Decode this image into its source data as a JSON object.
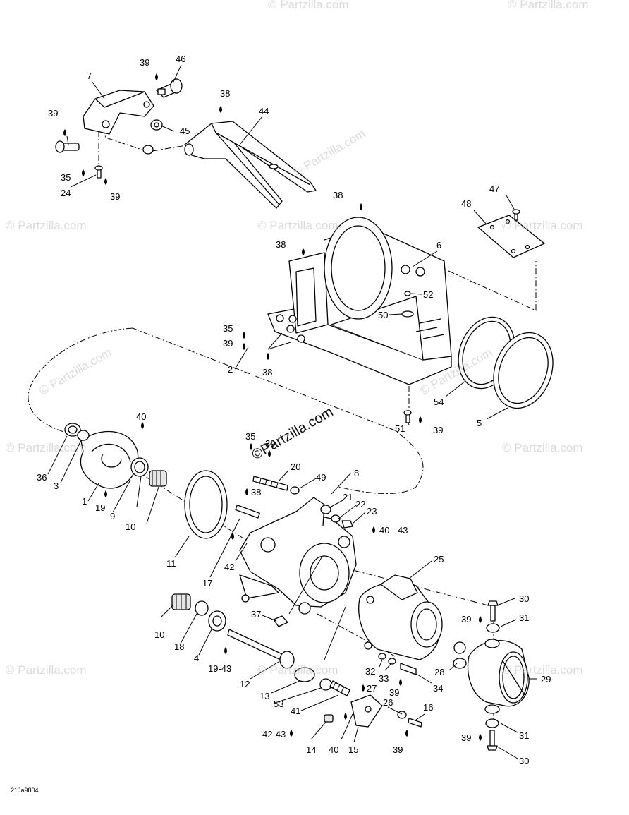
{
  "drawing_code": "21Ja9804",
  "watermark_text": "© Partzilla.com",
  "watermark_center": "©Partzilla.com",
  "callouts": [
    "39",
    "46",
    "7",
    "38",
    "44",
    "39",
    "45",
    "35",
    "24",
    "39",
    "38",
    "47",
    "48",
    "38",
    "6",
    "52",
    "50",
    "35",
    "39",
    "2",
    "38",
    "54",
    "5",
    "51",
    "39",
    "40",
    "36",
    "3",
    "1",
    "19",
    "9",
    "10",
    "11",
    "35",
    "39",
    "20",
    "49",
    "8",
    "38",
    "21",
    "22",
    "23",
    "40 - 43",
    "42",
    "17",
    "25",
    "30",
    "39",
    "31",
    "37",
    "10",
    "18",
    "4",
    "19-43",
    "28",
    "29",
    "32",
    "33",
    "39",
    "34",
    "12",
    "13",
    "53",
    "41",
    "27",
    "26",
    "16",
    "42-43",
    "14",
    "40",
    "15",
    "39",
    "39",
    "31",
    "30"
  ]
}
